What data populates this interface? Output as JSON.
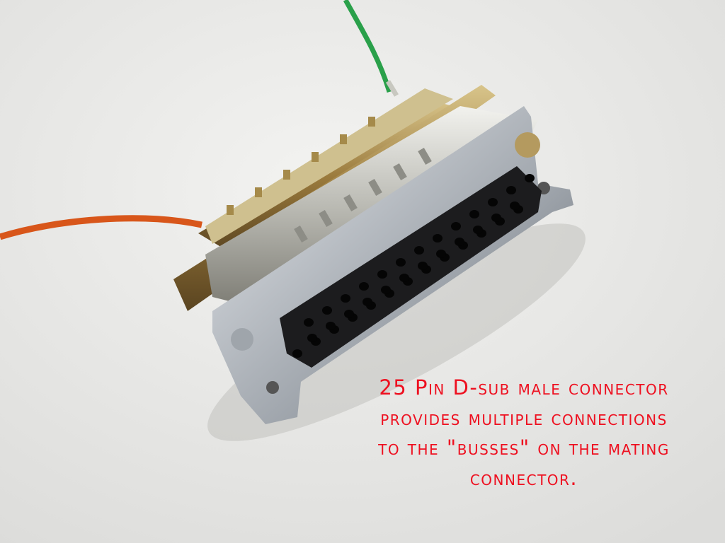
{
  "caption": {
    "lines": [
      "25 Pin D-sub male connector",
      "provides multiple connections",
      "to the \"busses\" on the mating",
      "connector."
    ]
  },
  "colors": {
    "caption": "#ee1020",
    "background": "#e9e9e7",
    "green_wire": "#2aa04a",
    "orange_wire": "#d8561a",
    "insulator": "#1c1c1e"
  }
}
